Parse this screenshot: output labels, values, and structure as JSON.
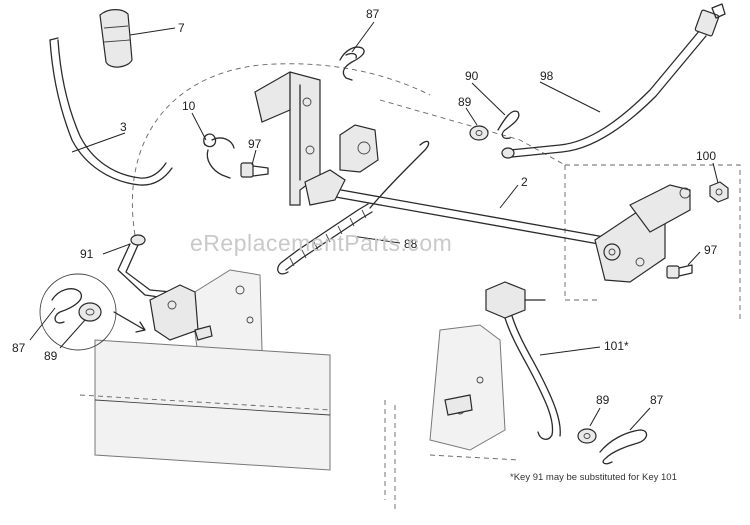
{
  "watermark": "eReplacementParts.com",
  "footnote": "*Key 91 may be substituted for Key 101",
  "callouts": {
    "c7": "7",
    "c87a": "87",
    "c3": "3",
    "c10": "10",
    "c97a": "97",
    "c90": "90",
    "c98": "98",
    "c89a": "89",
    "c100": "100",
    "c2": "2",
    "c88": "88",
    "c91": "91",
    "c97b": "97",
    "c87b": "87",
    "c89b": "89",
    "c101": "101*",
    "c89c": "89",
    "c87c": "87"
  }
}
